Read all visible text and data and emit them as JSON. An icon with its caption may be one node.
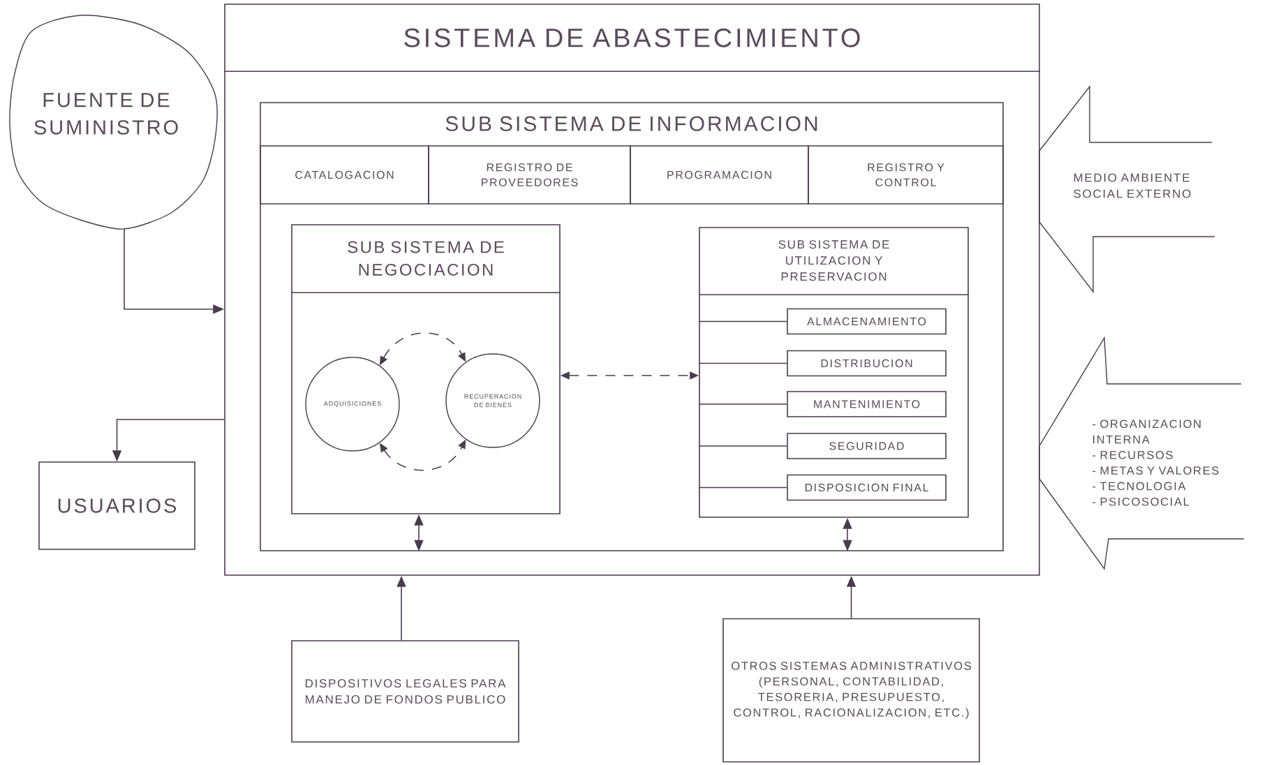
{
  "diagram": {
    "nodes": [
      {
        "text": [
          "FUENTE DE SUMINISTRO"
        ]
      },
      {
        "text": [
          "SISTEMA DE ABASTECIMIENTO"
        ]
      },
      {
        "text": [
          "SUB SISTEMA DE INFORMACION"
        ],
        "in": 1
      },
      {
        "text": [
          "CATALOGACION"
        ],
        "in": 2
      },
      {
        "text": [
          "REGISTRO DE PROVEEDORES"
        ],
        "in": 2
      },
      {
        "text": [
          "PROGRAMACION"
        ],
        "in": 2
      },
      {
        "text": [
          "REGISTRO Y CONTROL"
        ],
        "in": 2
      },
      {
        "text": [
          "SUB SISTEMA DE NEGOCIACION"
        ],
        "in": 2
      },
      {
        "text": [
          "ADQUISICIONES"
        ],
        "in": 7
      },
      {
        "text": [
          "RECUPERACION DE BIENES"
        ],
        "in": 7
      },
      {
        "text": [
          "SUB SISTEMA DE UTILIZACION Y PRESERVACION"
        ],
        "in": 2
      },
      {
        "text": [
          "ALMACENAMIENTO"
        ],
        "in": 10
      },
      {
        "text": [
          "DISTRIBUCION"
        ],
        "in": 10
      },
      {
        "text": [
          "MANTENIMIENTO"
        ],
        "in": 10
      },
      {
        "text": [
          "SEGURIDAD"
        ],
        "in": 10
      },
      {
        "text": [
          "DISPOSICION FINAL"
        ],
        "in": 10
      },
      {
        "text": [
          "USUARIOS"
        ]
      },
      {
        "text": [
          "DISPOSITIVOS LEGALES PARA MANEJO DE FONDOS PUBLICO"
        ]
      },
      {
        "text": [
          "OTROS SISTEMAS ADMINISTRATIVOS (PERSONAL, CONTABILIDAD, TESORERIA, PRESUPUESTO, CONTROL, RACIONALIZACION, ETC.)"
        ]
      },
      {
        "text": [
          "MEDIO AMBIENTE SOCIAL EXTERNO"
        ]
      },
      {
        "text": [
          "- ORGANIZACION INTERNA",
          "- RECURSOS",
          "- METAS Y VALORES",
          "- TECNOLOGIA",
          "- PSICOSOCIAL"
        ]
      }
    ],
    "edges": [
      {
        "from": 0,
        "to": 1,
        "arrow": "to"
      },
      {
        "from": 1,
        "to": 16,
        "arrow": "to"
      },
      {
        "from": 8,
        "to": 9,
        "arrow": "both",
        "style": "dashed"
      },
      {
        "from": 8,
        "to": 9,
        "arrow": "both",
        "style": "dashed"
      },
      {
        "from": 7,
        "to": 10,
        "arrow": "both",
        "style": "dashed"
      },
      {
        "from": 7,
        "to": 2,
        "arrow": "both"
      },
      {
        "from": 10,
        "to": 2,
        "arrow": "both"
      },
      {
        "from": 17,
        "to": 1,
        "arrow": "to"
      },
      {
        "from": 18,
        "to": 1,
        "arrow": "to"
      },
      {
        "from": 10,
        "to": 11,
        "arrow": "none"
      },
      {
        "from": 10,
        "to": 12,
        "arrow": "none"
      },
      {
        "from": 10,
        "to": 13,
        "arrow": "none"
      },
      {
        "from": 10,
        "to": 14,
        "arrow": "none"
      },
      {
        "from": 10,
        "to": 15,
        "arrow": "none"
      }
    ]
  }
}
